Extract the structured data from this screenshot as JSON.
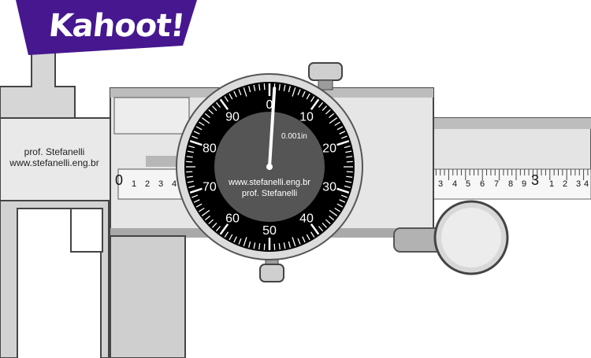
{
  "brand": {
    "logo_text": "Kahoot!",
    "logo_color": "#46178f"
  },
  "caliper": {
    "credit_line1": "prof. Stefanelli",
    "credit_line2": "www.stefanelli.eng.br",
    "main_scale": {
      "major_labels": [
        "0",
        "3"
      ],
      "minor_labels_left": [
        "1",
        "2",
        "3",
        "4"
      ],
      "minor_labels_right": [
        "3",
        "4",
        "5",
        "6",
        "7",
        "8",
        "9",
        "1",
        "2",
        "3",
        "4"
      ]
    }
  },
  "dial": {
    "unit_label": "0.001in",
    "website": "www.stefanelli.eng.br",
    "author": "prof. Stefanelli",
    "labels": [
      "0",
      "10",
      "20",
      "30",
      "40",
      "50",
      "60",
      "70",
      "80",
      "90"
    ],
    "needle_reading": 1,
    "colors": {
      "face": "#000000",
      "center": "#555555",
      "needle": "#ffffff",
      "bezel": "#dcdcdc"
    }
  }
}
